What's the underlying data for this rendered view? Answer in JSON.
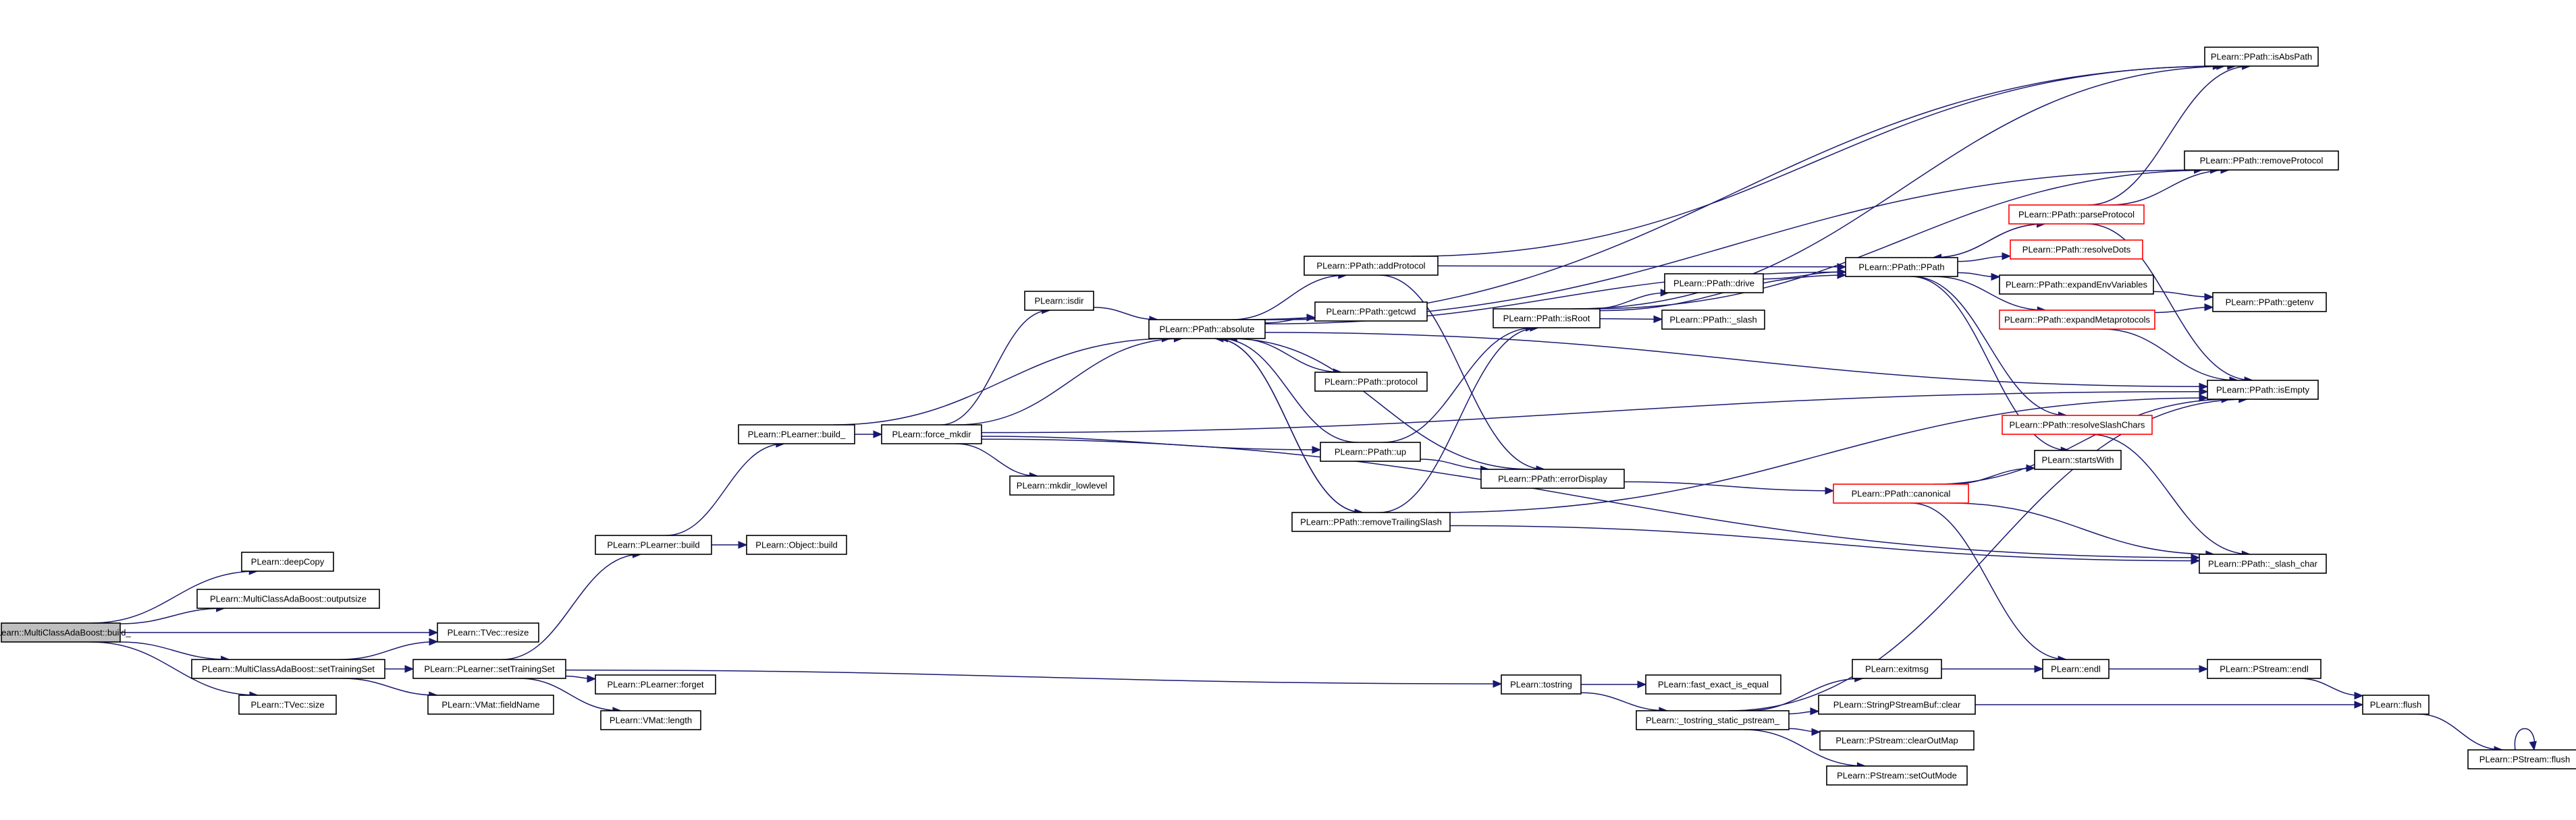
{
  "nodes": {
    "root": "PLearn::MultiClassAdaBoost::build_",
    "deepcopy": "PLearn::deepCopy",
    "outputsize": "PLearn::MultiClassAdaBoost::outputsize",
    "tvec_resize": "PLearn::TVec::resize",
    "mcab_settrain": "PLearn::MultiClassAdaBoost::setTrainingSet",
    "tvec_size": "PLearn::TVec::size",
    "learner_settrain": "PLearn::PLearner::setTrainingSet",
    "vmat_fieldname": "PLearn::VMat::fieldName",
    "learner_build": "PLearn::PLearner::build",
    "learner_forget": "PLearn::PLearner::forget",
    "vmat_length": "PLearn::VMat::length",
    "learner_build_": "PLearn::PLearner::build_",
    "object_build": "PLearn::Object::build",
    "force_mkdir": "PLearn::force_mkdir",
    "isdir": "PLearn::isdir",
    "absolute": "PLearn::PPath::absolute",
    "mkdir_lowlevel": "PLearn::mkdir_lowlevel",
    "addprotocol": "PLearn::PPath::addProtocol",
    "getcwd": "PLearn::PPath::getcwd",
    "protocol": "PLearn::PPath::protocol",
    "up": "PLearn::PPath::up",
    "removetrailingslash": "PLearn::PPath::removeTrailingSlash",
    "isroot": "PLearn::PPath::isRoot",
    "errordisplay": "PLearn::PPath::errorDisplay",
    "drive": "PLearn::PPath::drive",
    "slash": "PLearn::PPath::_slash",
    "ppath": "PLearn::PPath::PPath",
    "canonical": "PLearn::PPath::canonical",
    "parseprotocol": "PLearn::PPath::parseProtocol",
    "resolvedots": "PLearn::PPath::resolveDots",
    "expandenv": "PLearn::PPath::expandEnvVariables",
    "expandmeta": "PLearn::PPath::expandMetaprotocols",
    "resolveslash": "PLearn::PPath::resolveSlashChars",
    "startswith": "PLearn::startsWith",
    "isabspath": "PLearn::PPath::isAbsPath",
    "removeprotocol": "PLearn::PPath::removeProtocol",
    "getenv": "PLearn::PPath::getenv",
    "isempty": "PLearn::PPath::isEmpty",
    "slash_char": "PLearn::PPath::_slash_char",
    "tostring": "PLearn::tostring",
    "fast_exact": "PLearn::fast_exact_is_equal",
    "tostring_static": "PLearn::_tostring_static_pstream_",
    "exitmsg": "PLearn::exitmsg",
    "spsb_clear": "PLearn::StringPStreamBuf::clear",
    "clearoutmap": "PLearn::PStream::clearOutMap",
    "setoutmode": "PLearn::PStream::setOutMode",
    "endl": "PLearn::endl",
    "pstream_endl": "PLearn::PStream::endl",
    "flush": "PLearn::flush",
    "pstream_flush": "PLearn::PStream::flush"
  },
  "styles": {
    "root_fill": "#bfbfbf",
    "edge_color": "#191970",
    "highlight_border": "#ff0000",
    "red_nodes": [
      "parseprotocol",
      "resolvedots",
      "expandmeta",
      "resolveslash",
      "canonical"
    ]
  },
  "edges": [
    [
      "root",
      "deepcopy"
    ],
    [
      "root",
      "outputsize"
    ],
    [
      "root",
      "tvec_resize"
    ],
    [
      "root",
      "mcab_settrain"
    ],
    [
      "root",
      "tvec_size"
    ],
    [
      "mcab_settrain",
      "learner_settrain"
    ],
    [
      "mcab_settrain",
      "tvec_resize"
    ],
    [
      "mcab_settrain",
      "vmat_fieldname"
    ],
    [
      "learner_settrain",
      "learner_build"
    ],
    [
      "learner_settrain",
      "learner_forget"
    ],
    [
      "learner_settrain",
      "vmat_length"
    ],
    [
      "learner_settrain",
      "tostring"
    ],
    [
      "learner_build",
      "learner_build_"
    ],
    [
      "learner_build",
      "object_build"
    ],
    [
      "learner_build_",
      "absolute"
    ],
    [
      "learner_build_",
      "force_mkdir"
    ],
    [
      "force_mkdir",
      "isdir"
    ],
    [
      "force_mkdir",
      "absolute"
    ],
    [
      "force_mkdir",
      "mkdir_lowlevel"
    ],
    [
      "force_mkdir",
      "up"
    ],
    [
      "force_mkdir",
      "isempty"
    ],
    [
      "force_mkdir",
      "slash_char"
    ],
    [
      "isdir",
      "absolute"
    ],
    [
      "absolute",
      "addprotocol"
    ],
    [
      "absolute",
      "getcwd"
    ],
    [
      "absolute",
      "protocol"
    ],
    [
      "absolute",
      "removetrailingslash"
    ],
    [
      "absolute",
      "ppath"
    ],
    [
      "absolute",
      "isabspath"
    ],
    [
      "absolute",
      "removeprotocol"
    ],
    [
      "absolute",
      "isempty"
    ],
    [
      "addprotocol",
      "ppath"
    ],
    [
      "addprotocol",
      "isabspath"
    ],
    [
      "addprotocol",
      "errordisplay"
    ],
    [
      "up",
      "isroot"
    ],
    [
      "up",
      "errordisplay"
    ],
    [
      "up",
      "absolute"
    ],
    [
      "removetrailingslash",
      "absolute"
    ],
    [
      "removetrailingslash",
      "isroot"
    ],
    [
      "removetrailingslash",
      "slash_char"
    ],
    [
      "removetrailingslash",
      "isempty"
    ],
    [
      "isroot",
      "drive"
    ],
    [
      "isroot",
      "slash"
    ],
    [
      "isroot",
      "ppath"
    ],
    [
      "isroot",
      "isabspath"
    ],
    [
      "isroot",
      "removeprotocol"
    ],
    [
      "errordisplay",
      "absolute"
    ],
    [
      "errordisplay",
      "canonical"
    ],
    [
      "drive",
      "ppath"
    ],
    [
      "ppath",
      "parseprotocol"
    ],
    [
      "ppath",
      "resolvedots"
    ],
    [
      "ppath",
      "expandenv"
    ],
    [
      "ppath",
      "expandmeta"
    ],
    [
      "ppath",
      "resolveslash"
    ],
    [
      "ppath",
      "startswith"
    ],
    [
      "parseprotocol",
      "isabspath"
    ],
    [
      "parseprotocol",
      "removeprotocol"
    ],
    [
      "parseprotocol",
      "isempty"
    ],
    [
      "parseprotocol",
      "ppath"
    ],
    [
      "expandenv",
      "getenv"
    ],
    [
      "expandmeta",
      "getenv"
    ],
    [
      "expandmeta",
      "isempty"
    ],
    [
      "resolveslash",
      "slash_char"
    ],
    [
      "canonical",
      "startswith"
    ],
    [
      "canonical",
      "isempty"
    ],
    [
      "canonical",
      "slash_char"
    ],
    [
      "canonical",
      "endl"
    ],
    [
      "tostring",
      "fast_exact"
    ],
    [
      "tostring",
      "tostring_static"
    ],
    [
      "tostring_static",
      "exitmsg"
    ],
    [
      "tostring_static",
      "spsb_clear"
    ],
    [
      "tostring_static",
      "clearoutmap"
    ],
    [
      "tostring_static",
      "setoutmode"
    ],
    [
      "tostring_static",
      "isempty"
    ],
    [
      "exitmsg",
      "endl"
    ],
    [
      "endl",
      "pstream_endl"
    ],
    [
      "pstream_endl",
      "flush"
    ],
    [
      "spsb_clear",
      "flush"
    ],
    [
      "flush",
      "pstream_flush"
    ],
    [
      "pstream_flush",
      "pstream_flush"
    ]
  ]
}
